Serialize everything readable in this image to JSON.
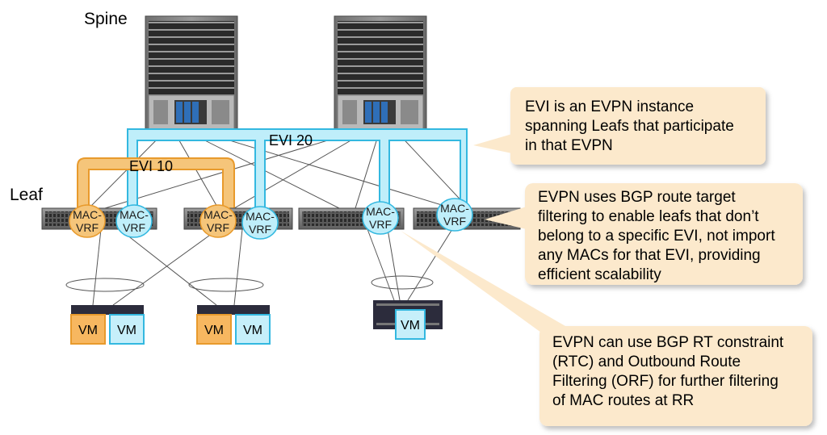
{
  "labels": {
    "spine": "Spine",
    "leaf": "Leaf",
    "evi20": "EVI 20",
    "evi10": "EVI 10"
  },
  "mac_vrf": {
    "line1": "MAC-",
    "line2": "VRF"
  },
  "vm_label": "VM",
  "callouts": [
    {
      "lines": [
        "EVI is an EVPN instance",
        "spanning Leafs that participate",
        "in that EVPN"
      ]
    },
    {
      "lines": [
        "EVPN uses BGP route target",
        "filtering to enable leafs that don’t",
        "belong to a specific EVI, not import",
        "any MACs for that EVI, providing",
        "efficient scalability"
      ]
    },
    {
      "lines": [
        "EVPN can use BGP RT constraint",
        "(RTC) and Outbound Route",
        "Filtering (ORF) for further filtering",
        "of MAC routes at RR"
      ]
    }
  ],
  "colors": {
    "evi20": "#bfeefa",
    "evi20_stroke": "#33b8e0",
    "evi10": "#f5c57a",
    "evi10_stroke": "#e89a2c",
    "callout_fill": "#fce9cc",
    "vm_orange": "#f7b760",
    "vm_blue": "#c6effa"
  }
}
